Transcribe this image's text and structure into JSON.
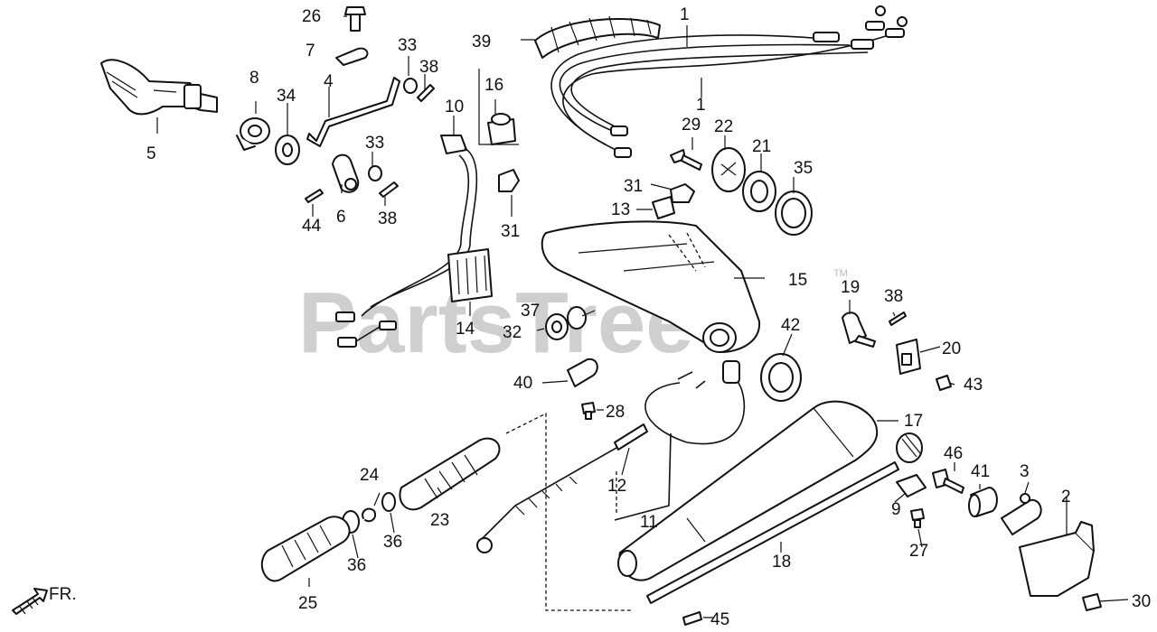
{
  "watermark": {
    "text": "PartsTree",
    "tm": "TM"
  },
  "direction": {
    "text": "FR."
  },
  "callouts": {
    "n1": "1",
    "n1b": "1",
    "n2": "2",
    "n3": "3",
    "n4": "4",
    "n5": "5",
    "n6": "6",
    "n7": "7",
    "n8": "8",
    "n9": "9",
    "n10": "10",
    "n11": "11",
    "n12": "12",
    "n13": "13",
    "n14": "14",
    "n15": "15",
    "n16": "16",
    "n17": "17",
    "n18": "18",
    "n19": "19",
    "n20": "20",
    "n21": "21",
    "n22": "22",
    "n23": "23",
    "n24": "24",
    "n25": "25",
    "n26": "26",
    "n27": "27",
    "n28": "28",
    "n29": "29",
    "n30": "30",
    "n31a": "31",
    "n31b": "31",
    "n32": "32",
    "n33a": "33",
    "n33b": "33",
    "n34": "34",
    "n35": "35",
    "n36a": "36",
    "n36b": "36",
    "n37": "37",
    "n38a": "38",
    "n38b": "38",
    "n38c": "38",
    "n39": "39",
    "n40": "40",
    "n41": "41",
    "n42": "42",
    "n43": "43",
    "n44": "44",
    "n45": "45",
    "n46": "46"
  }
}
